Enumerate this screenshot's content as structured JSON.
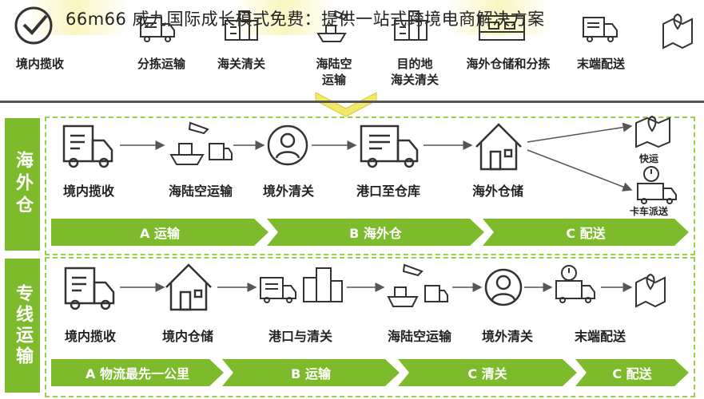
{
  "caption": "66m66 威九国际成长模式免费：提供一站式跨境电商解决方案",
  "top_flow": [
    {
      "label": "境内揽收",
      "icon": "check-circle-icon"
    },
    {
      "label": "分拣运输",
      "icon": "truck-icon"
    },
    {
      "label": "海关清关",
      "icon": "building-icon"
    },
    {
      "label": "海陆空\n运输",
      "icon": "ship-plane-icon"
    },
    {
      "label": "目的地\n海关清关",
      "icon": "building-icon"
    },
    {
      "label": "海外仓储和分拣",
      "icon": "warehouse-icon"
    },
    {
      "label": "末端配送",
      "icon": "truck-icon"
    },
    {
      "label": "",
      "icon": "map-pin-icon"
    }
  ],
  "overseas": {
    "title": "海外仓",
    "steps": [
      "境内揽收",
      "海陆空运输",
      "境外清关",
      "港口至仓库",
      "海外仓储"
    ],
    "branches": [
      "快运",
      "卡车派送"
    ],
    "bands": [
      "A 运输",
      "B 海外仓",
      "C 配送"
    ]
  },
  "dedicated": {
    "title": "专线运输",
    "steps": [
      "境内揽收",
      "境内仓储",
      "港口与清关",
      "海陆空运输",
      "境外清关",
      "末端配送"
    ],
    "bands": [
      "A 物流最先一公里",
      "B 运输",
      "C 清关",
      "C 配送"
    ]
  },
  "colors": {
    "accent": "#7dbb2c",
    "dashed": "#9bcf4b",
    "highlight": "#f2e96a"
  }
}
